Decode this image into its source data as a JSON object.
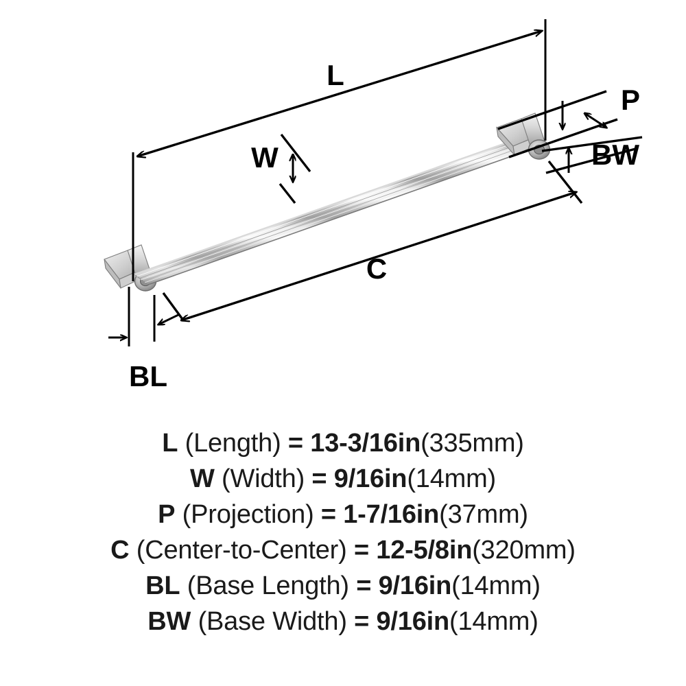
{
  "diagram": {
    "title": "cabinet-pull-dimension-diagram",
    "product": "appliance pull handle with fluted bar and two cylindrical mounting posts",
    "view": "isometric",
    "labels": {
      "length": "L",
      "width": "W",
      "projection": "P",
      "center_to_center": "C",
      "base_length": "BL",
      "base_width": "BW"
    },
    "colors": {
      "line": "#000000",
      "background": "#ffffff",
      "metal_light": "#f2f2f2",
      "metal_mid": "#c9c9c9",
      "metal_dark": "#8c8c8c",
      "metal_edge": "#6e6e6e",
      "text": "#1a1a1a"
    }
  },
  "specs": [
    {
      "abbr": "L",
      "name": "(Length)",
      "eq": "=",
      "imperial": "13-3/16in",
      "metric": "(335mm)"
    },
    {
      "abbr": "W",
      "name": "(Width)",
      "eq": "=",
      "imperial": "9/16in",
      "metric": "(14mm)"
    },
    {
      "abbr": "P",
      "name": "(Projection)",
      "eq": "=",
      "imperial": "1-7/16in",
      "metric": "(37mm)"
    },
    {
      "abbr": "C",
      "name": "(Center-to-Center)",
      "eq": "=",
      "imperial": "12-5/8in",
      "metric": "(320mm)"
    },
    {
      "abbr": "BL",
      "name": "(Base Length)",
      "eq": "=",
      "imperial": "9/16in",
      "metric": "(14mm)"
    },
    {
      "abbr": "BW",
      "name": "(Base Width)",
      "eq": "=",
      "imperial": "9/16in",
      "metric": "(14mm)"
    }
  ]
}
